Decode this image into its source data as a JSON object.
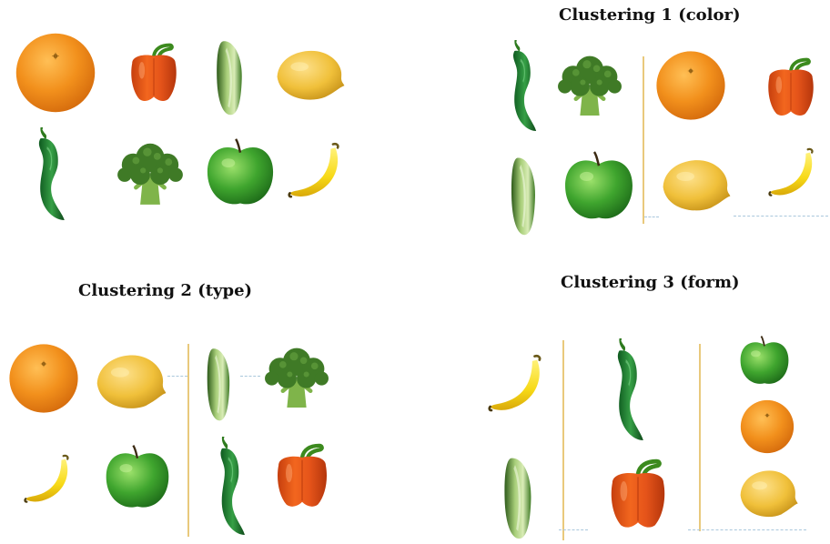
{
  "panels": {
    "original": {
      "title": ""
    },
    "color": {
      "title": "Clustering 1 (color)"
    },
    "type": {
      "title": "Clustering 2 (type)"
    },
    "form": {
      "title": "Clustering 3 (form)"
    }
  },
  "items": [
    "orange",
    "pepper",
    "cucumber",
    "lemon",
    "chili",
    "broccoli",
    "apple",
    "banana"
  ],
  "clusters": {
    "color": [
      [
        "chili",
        "broccoli",
        "cucumber",
        "apple"
      ],
      [
        "orange",
        "pepper",
        "lemon",
        "banana"
      ]
    ],
    "type": [
      [
        "orange",
        "lemon",
        "banana",
        "apple"
      ],
      [
        "cucumber",
        "broccoli",
        "chili",
        "pepper"
      ]
    ],
    "form": [
      [
        "banana",
        "cucumber"
      ],
      [
        "chili",
        "pepper"
      ],
      [
        "apple",
        "orange",
        "lemon"
      ]
    ]
  },
  "colors": {
    "orange": "#f08a1c",
    "pepper": "#e8521a",
    "lemon": "#f2c43a",
    "banana": "#f5dc1e",
    "green": "#2f9a2c",
    "separator": "#e9c97c",
    "dashed": "#a9c7dc"
  },
  "icons": [
    "orange-icon",
    "pepper-icon",
    "cucumber-icon",
    "lemon-icon",
    "chili-icon",
    "broccoli-icon",
    "apple-icon",
    "banana-icon"
  ]
}
